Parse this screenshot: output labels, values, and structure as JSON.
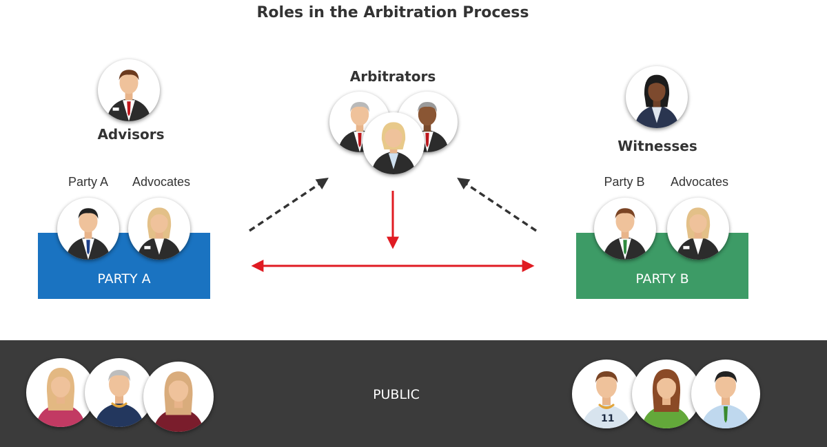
{
  "title": "Roles in the Arbitration Process",
  "groups": {
    "advisors": "Advisors",
    "arbitrators": "Arbitrators",
    "witnesses": "Witnesses"
  },
  "party_a": {
    "person_label": "Party A",
    "advocates_label": "Advocates",
    "box_label": "PARTY A",
    "color": "#1a73c1"
  },
  "party_b": {
    "person_label": "Party B",
    "advocates_label": "Advocates",
    "box_label": "PARTY B",
    "color": "#3d9b66"
  },
  "public": {
    "label": "PUBLIC",
    "band_color": "#3b3b3b"
  },
  "arrow_colors": {
    "solid": "#e01b22",
    "dashed": "#333333"
  }
}
